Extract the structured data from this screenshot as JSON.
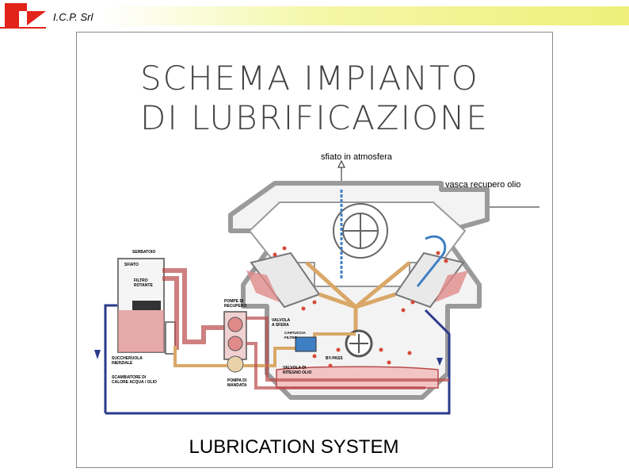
{
  "header": {
    "company": "I.C.P. Srl"
  },
  "diagram": {
    "title_line1": "SCHEMA IMPIANTO",
    "title_line2": "DI LUBRIFICAZIONE",
    "label_vent": "sfiato in atmosfera",
    "label_tank": "vasca recupero olio",
    "label_serbatoio": "SERBATOIO",
    "label_sfiato": "SFIATO",
    "label_filtro_1": "FILTRO",
    "label_filtro_2": "ROTANTE",
    "label_pompe_1": "POMPE DI",
    "label_pompe_2": "RECUPERO",
    "label_valvola_sfera_1": "VALVOLA",
    "label_valvola_sfera_2": "A SFERA",
    "label_cartuccia_1": "CARTUCCIA",
    "label_cartuccia_2": "FILTRO",
    "label_bypass": "BY-PASS",
    "label_valvola_ritegno_1": "VALVOLA DI",
    "label_valvola_ritegno_2": "RITEGNO OLIO",
    "label_succheruola_1": "SUCCHERUOLA",
    "label_succheruola_2": "INERZIALE",
    "label_scambiatore_1": "SCAMBIATORE DI",
    "label_scambiatore_2": "CALORE ACQUA / OLIO",
    "label_pompa_mandata_1": "POMPA DI",
    "label_pompa_mandata_2": "MANDATA",
    "colors": {
      "oil_pressure": "#e08a8a",
      "oil_pressure_stroke": "#b94a4a",
      "oil_feed": "#d9a868",
      "vent_blue": "#3e7fc4",
      "return_navy": "#2a3a8c",
      "gray_structure": "#9a9a9a",
      "title_gray": "#444444",
      "logo_red": "#e2231a"
    }
  },
  "footer": {
    "caption": "LUBRICATION SYSTEM"
  }
}
